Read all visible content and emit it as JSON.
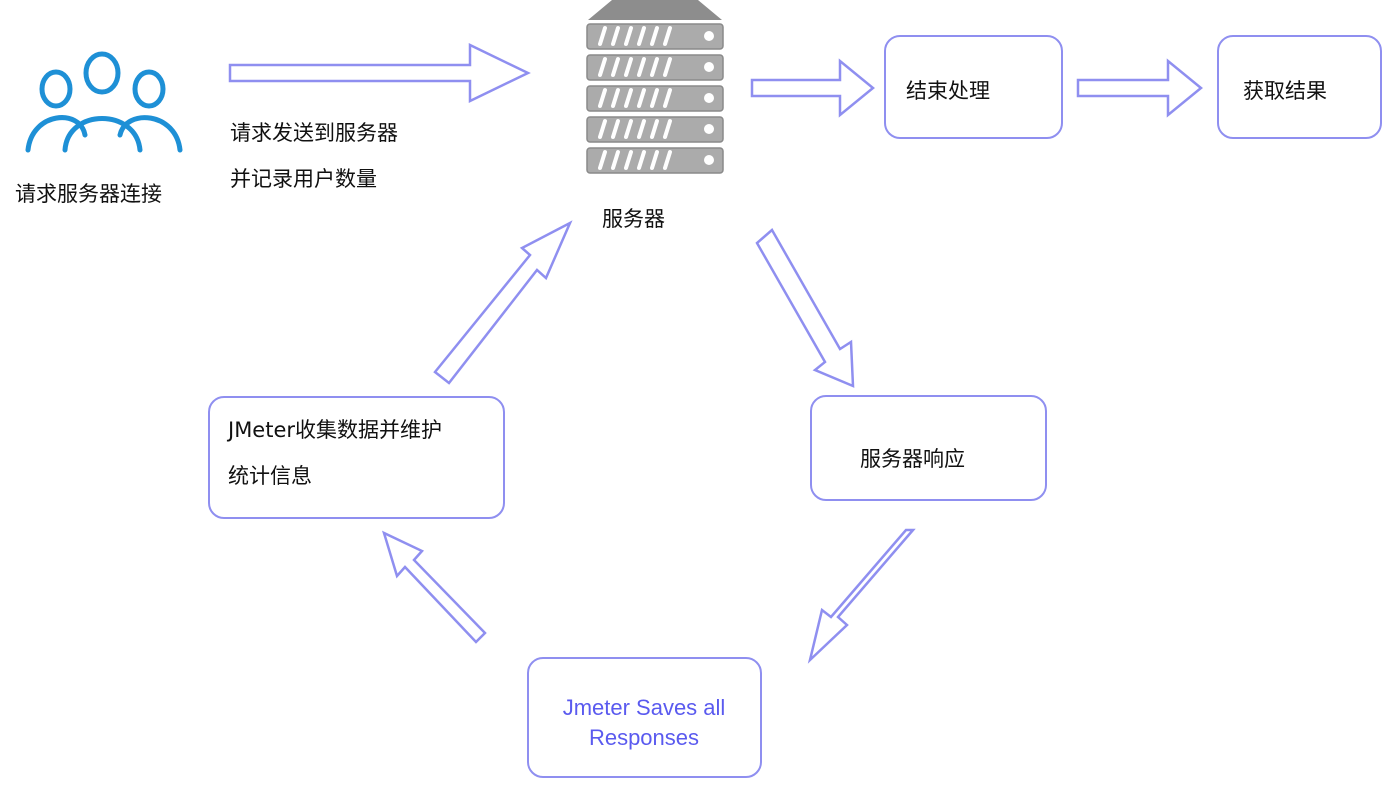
{
  "nodes": {
    "users": {
      "icon": "users-group-icon",
      "label": "请求服务器连接"
    },
    "send_note": {
      "line1": "请求发送到服务器",
      "line2": "并记录用户数量"
    },
    "server": {
      "icon": "server-rack-icon",
      "label": "服务器"
    },
    "end_process": {
      "label": "结束处理"
    },
    "get_result": {
      "label": "获取结果"
    },
    "server_response": {
      "label": "服务器响应"
    },
    "jmeter_save": {
      "label": "Jmeter Saves all Responses"
    },
    "jmeter_collect": {
      "line1": "JMeter收集数据并维护",
      "line2": "统计信息"
    }
  },
  "colors": {
    "icon_blue": "#1e90d6",
    "arrow_stroke": "#8f8ff0",
    "box_border": "#8f8ff0",
    "server_gray": "#9a9a9a",
    "label_blue": "#5a5aef"
  }
}
